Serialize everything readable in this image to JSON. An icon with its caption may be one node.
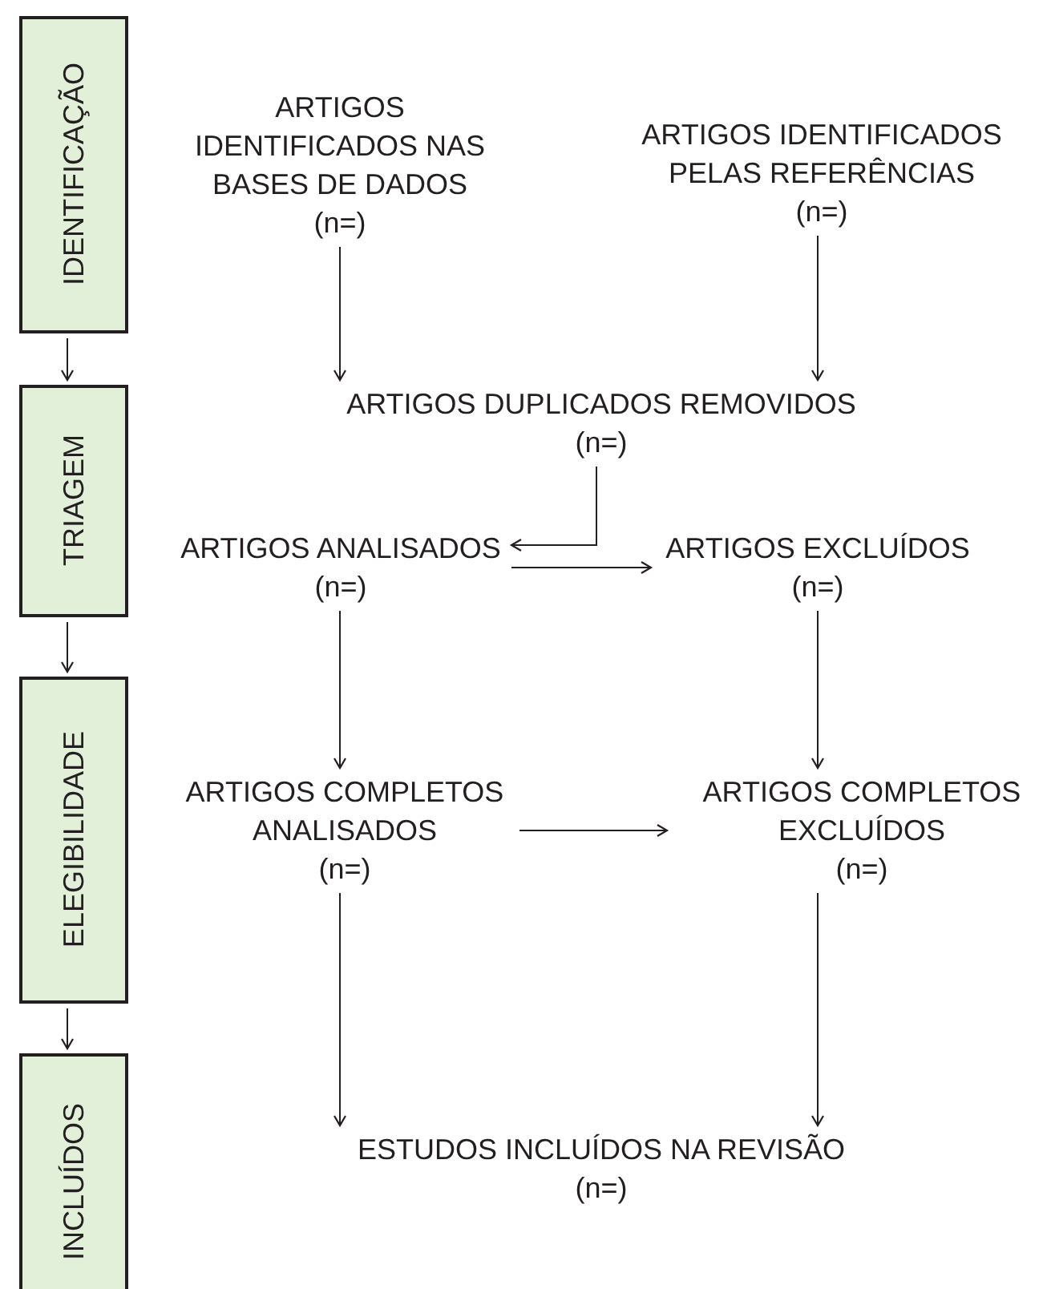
{
  "diagram": {
    "nodes": [
      {
        "text": [
          "IDENTIFICAÇÃO"
        ]
      },
      {
        "text": [
          "TRIAGEM"
        ]
      },
      {
        "text": [
          "ELEGIBILIDADE"
        ]
      },
      {
        "text": [
          "INCLUÍDOS"
        ]
      },
      {
        "text": [
          "ARTIGOS IDENTIFICADOS NAS BASES DE DADOS",
          "(n=)"
        ]
      },
      {
        "text": [
          "ARTIGOS IDENTIFICADOS PELAS REFERÊNCIAS",
          "(n=)"
        ]
      },
      {
        "text": [
          "ARTIGOS DUPLICADOS REMOVIDOS",
          "(n=)"
        ]
      },
      {
        "text": [
          "ARTIGOS ANALISADOS",
          "(n=)"
        ]
      },
      {
        "text": [
          "ARTIGOS EXCLUÍDOS",
          "(n=)"
        ]
      },
      {
        "text": [
          "ARTIGOS COMPLETOS ANALISADOS",
          "(n=)"
        ]
      },
      {
        "text": [
          "ARTIGOS COMPLETOS EXCLUÍDOS",
          "(n=)"
        ]
      },
      {
        "text": [
          "ESTUDOS INCLUÍDOS NA REVISÃO",
          "(n=)"
        ]
      }
    ],
    "edges": [
      {
        "from": 0,
        "to": 1,
        "arrow": "to"
      },
      {
        "from": 1,
        "to": 2,
        "arrow": "to"
      },
      {
        "from": 2,
        "to": 3,
        "arrow": "to"
      },
      {
        "from": 4,
        "to": 6,
        "arrow": "to"
      },
      {
        "from": 5,
        "to": 6,
        "arrow": "to"
      },
      {
        "from": 6,
        "to": 7,
        "arrow": "to"
      },
      {
        "from": 7,
        "to": 8,
        "arrow": "to"
      },
      {
        "from": 7,
        "to": 9,
        "arrow": "to"
      },
      {
        "from": 8,
        "to": 10,
        "arrow": "to"
      },
      {
        "from": 9,
        "to": 10,
        "arrow": "to"
      },
      {
        "from": 9,
        "to": 11,
        "arrow": "to"
      },
      {
        "from": 10,
        "to": 11,
        "arrow": "to"
      }
    ]
  }
}
